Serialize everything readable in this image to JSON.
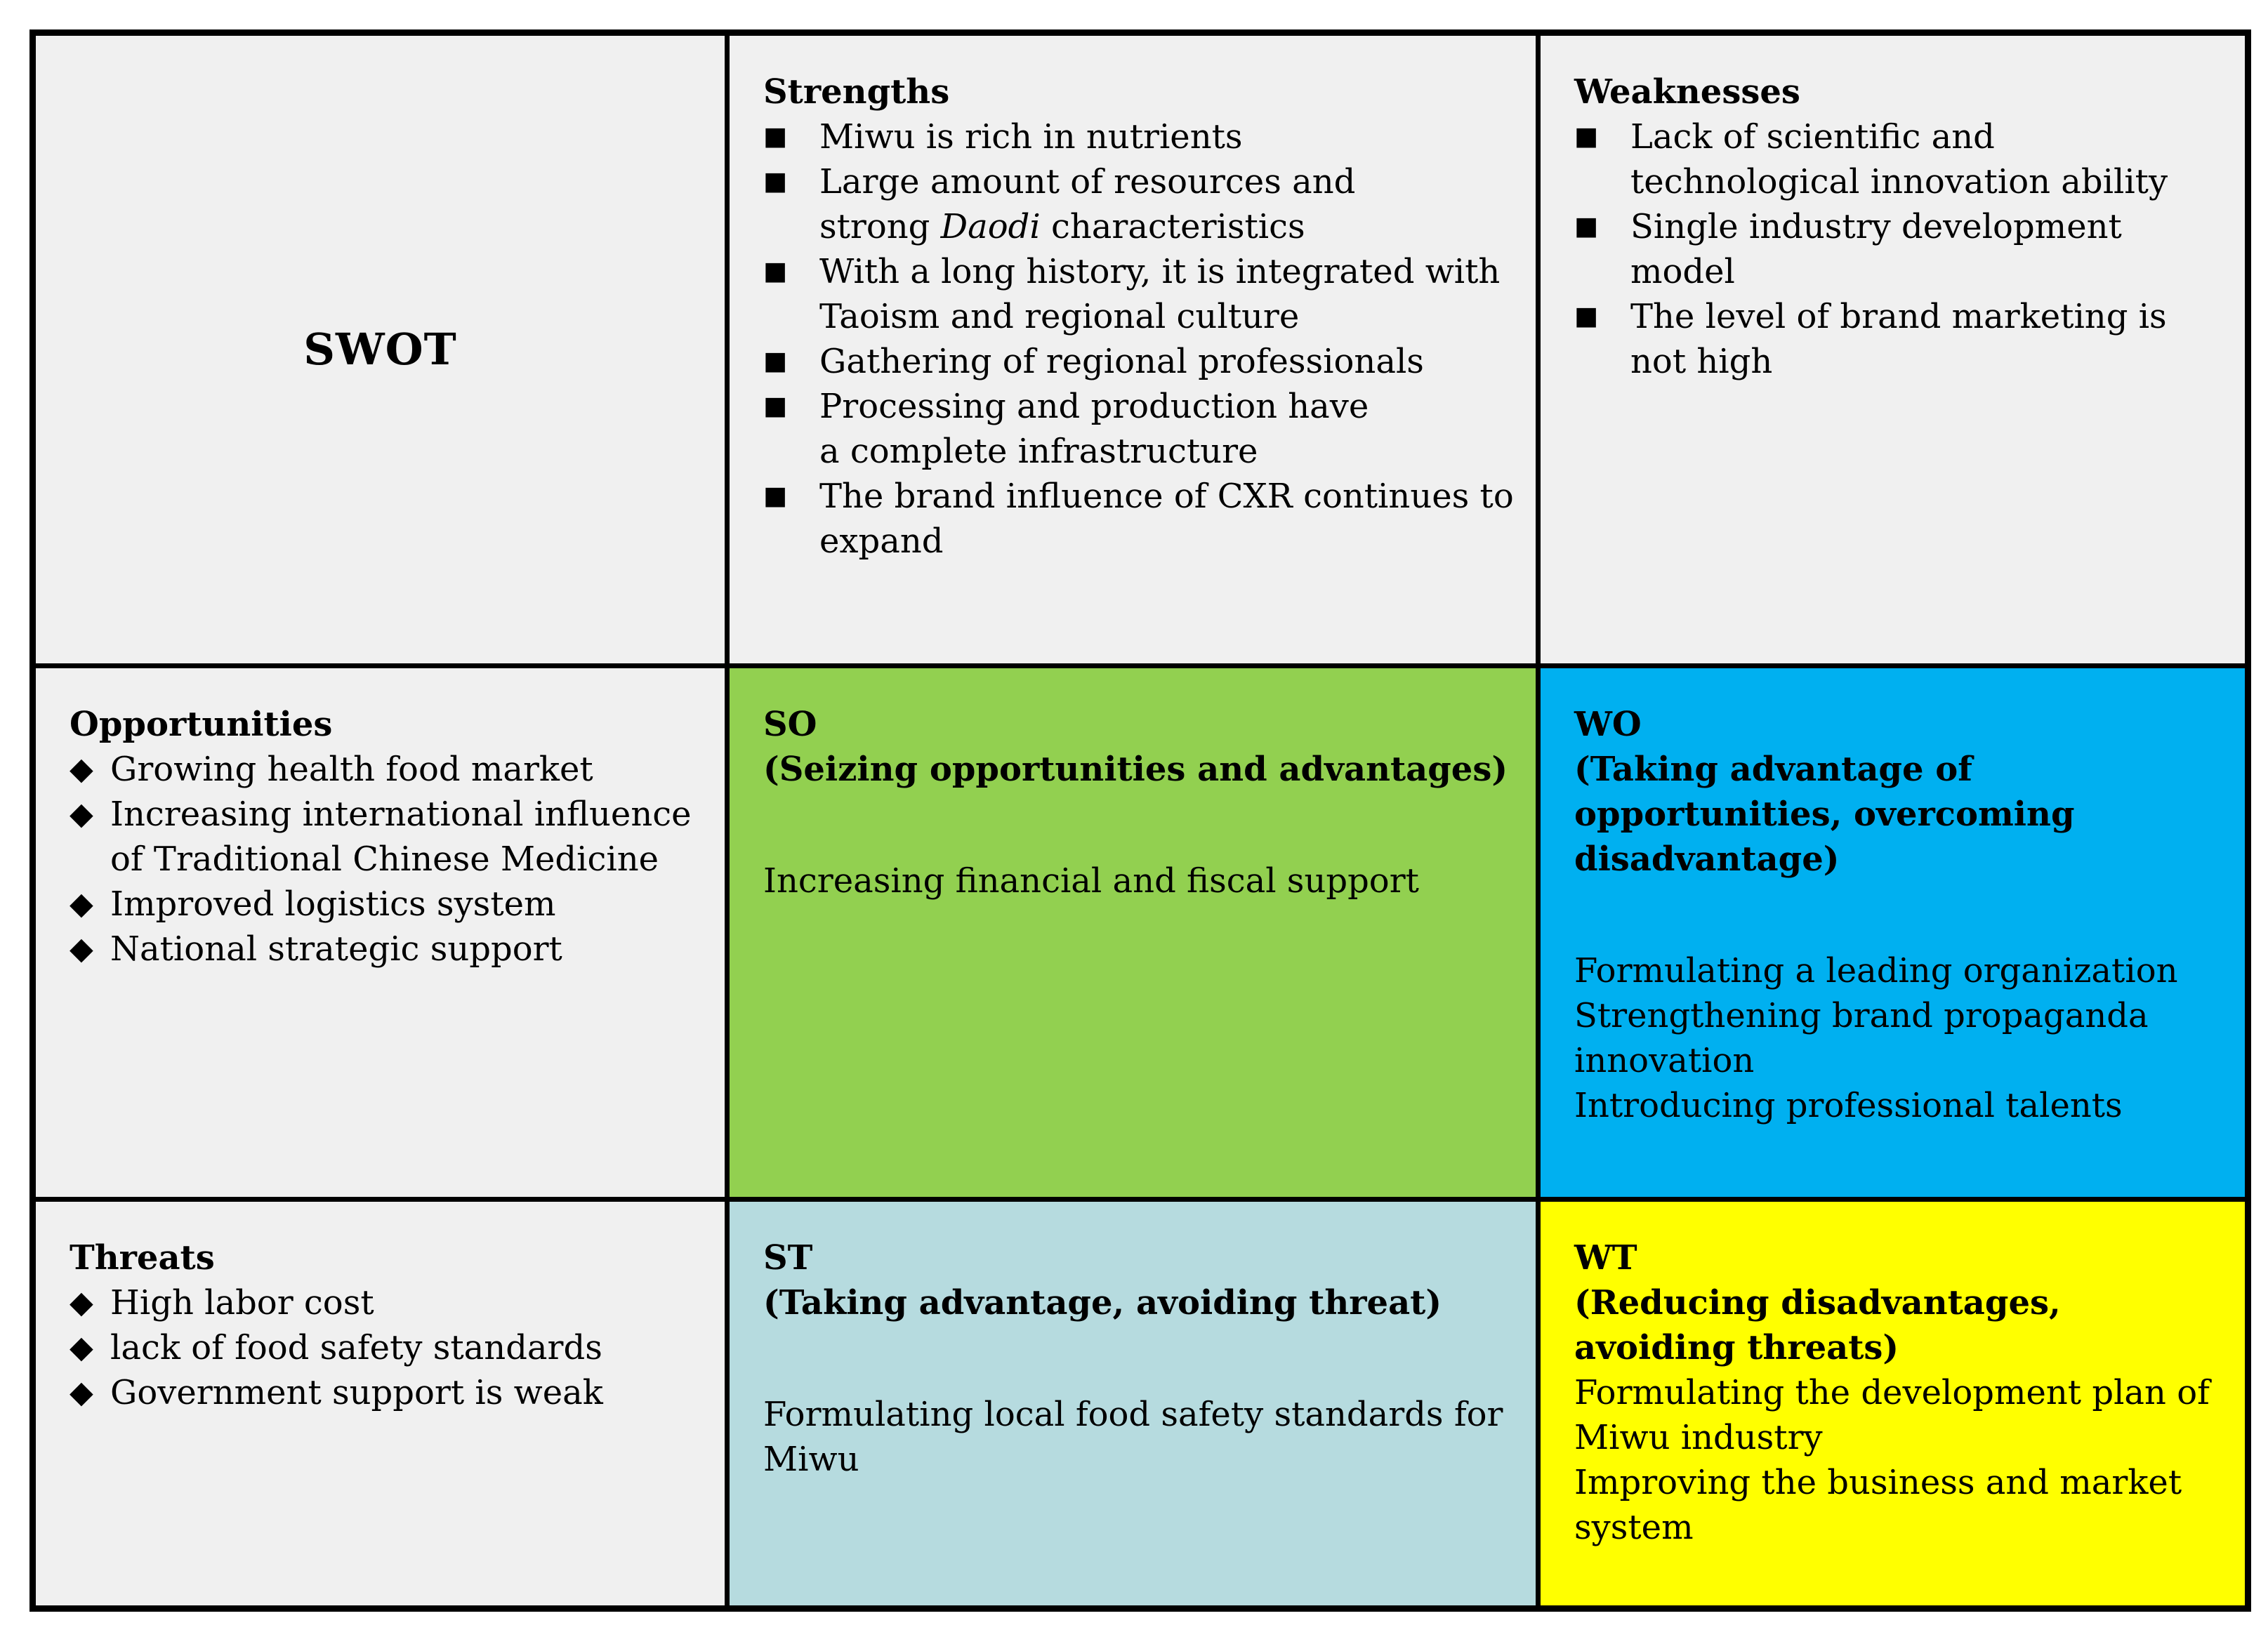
{
  "table": {
    "swot_label": "SWOT",
    "strengths": {
      "title": "Strengths",
      "items": [
        {
          "text": "Miwu is rich in nutrients"
        },
        {
          "pre": "Large amount of resources and strong ",
          "italic": "Daodi",
          "post": " characteristics"
        },
        {
          "text": "With a long history, it is integrated with Taoism and regional culture"
        },
        {
          "text": "Gathering of regional professionals"
        },
        {
          "text": "Processing and production have a complete infrastructure"
        },
        {
          "text": "The brand influence of CXR continues to expand"
        }
      ]
    },
    "weaknesses": {
      "title": "Weaknesses",
      "items": [
        {
          "text": "Lack of scientific and technological innovation ability"
        },
        {
          "text": "Single industry development model"
        },
        {
          "text": "The level of brand marketing is not high"
        }
      ]
    },
    "opportunities": {
      "title": "Opportunities",
      "items": [
        {
          "text": "Growing health food market"
        },
        {
          "text": "Increasing international influence of Traditional Chinese Medicine"
        },
        {
          "text": "Improved logistics system"
        },
        {
          "text": "National strategic support"
        }
      ]
    },
    "threats": {
      "title": "Threats",
      "items": [
        {
          "text": "High labor cost"
        },
        {
          "text": "lack of food safety standards"
        },
        {
          "text": "Government support is weak"
        }
      ]
    },
    "so": {
      "code": "SO",
      "subtitle": "(Seizing opportunities and advantages)",
      "actions": [
        "Increasing financial and fiscal support"
      ]
    },
    "wo": {
      "code": "WO",
      "subtitle": "(Taking advantage of opportunities, overcoming disadvantage)",
      "actions": [
        "Formulating a leading organization",
        "Strengthening brand propaganda innovation",
        "Introducing professional talents"
      ]
    },
    "st": {
      "code": "ST",
      "subtitle": "(Taking advantage, avoiding threat)",
      "actions": [
        "Formulating local food safety standards for Miwu"
      ]
    },
    "wt": {
      "code": "WT",
      "subtitle": "(Reducing disadvantages, avoiding threats)",
      "actions": [
        "Formulating the development plan of Miwu industry",
        "Improving the business and market system"
      ]
    }
  },
  "icons": {
    "square_bullet": "■",
    "diamond_bullet": "◆"
  },
  "colors": {
    "so_green": "#92D050",
    "wo_blue": "#00B0F0",
    "st_lightblue": "#B6DBDF",
    "wt_yellow": "#FFFF00",
    "cell_gray": "#F0F0F0",
    "border_black": "#000000"
  }
}
